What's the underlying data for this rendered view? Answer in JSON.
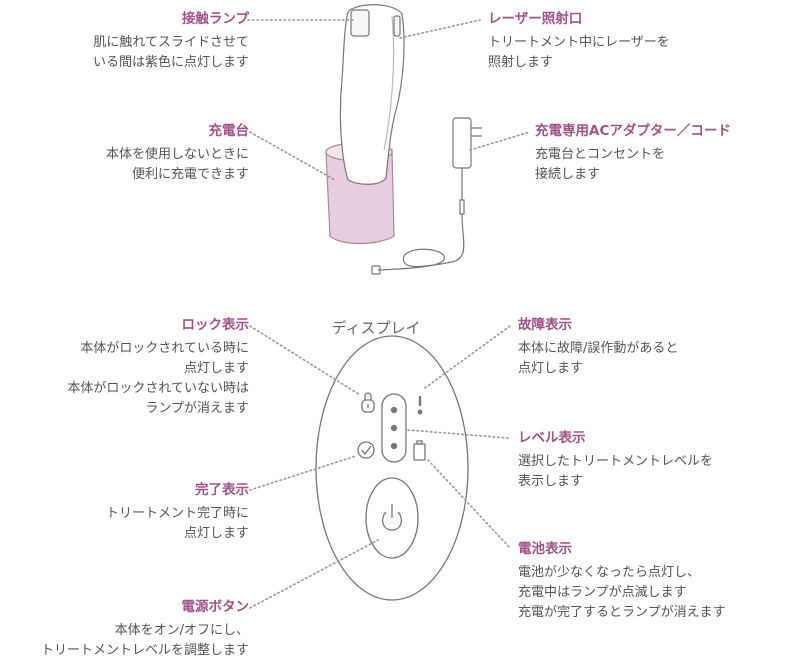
{
  "colors": {
    "accent": "#a3538a",
    "text": "#555555",
    "line": "#999999",
    "base_fill": "#e8cde0"
  },
  "display_title": "ディスプレイ",
  "labels": {
    "contact_lamp": {
      "title": "接触ランプ",
      "lines": [
        "肌に触れてスライドさせて",
        "いる間は紫色に点灯します"
      ]
    },
    "charger": {
      "title": "充電台",
      "lines": [
        "本体を使用しないときに",
        "便利に充電できます"
      ]
    },
    "laser": {
      "title": "レーザー照射口",
      "lines": [
        "トリートメント中にレーザーを",
        "照射します"
      ]
    },
    "adapter": {
      "title": "充電専用ACアダプター／コード",
      "lines": [
        "充電台とコンセントを",
        "接続します"
      ]
    },
    "lock": {
      "title": "ロック表示",
      "lines": [
        "本体がロックされている時に",
        "点灯します",
        "本体がロックされていない時は",
        "ランプが消えます"
      ]
    },
    "complete": {
      "title": "完了表示",
      "lines": [
        "トリートメント完了時に",
        "点灯します"
      ]
    },
    "power": {
      "title": "電源ボタン",
      "lines": [
        "本体をオン/オフにし、",
        "トリートメントレベルを調整します"
      ]
    },
    "fault": {
      "title": "故障表示",
      "lines": [
        "本体に故障/誤作動があると",
        "点灯します"
      ]
    },
    "level": {
      "title": "レベル表示",
      "lines": [
        "選択したトリートメントレベルを",
        "表示します"
      ]
    },
    "battery": {
      "title": "電池表示",
      "lines": [
        "電池が少なくなったら点灯し、",
        "充電中はランプが点滅します",
        "充電が完了するとランプが消えます"
      ]
    }
  }
}
